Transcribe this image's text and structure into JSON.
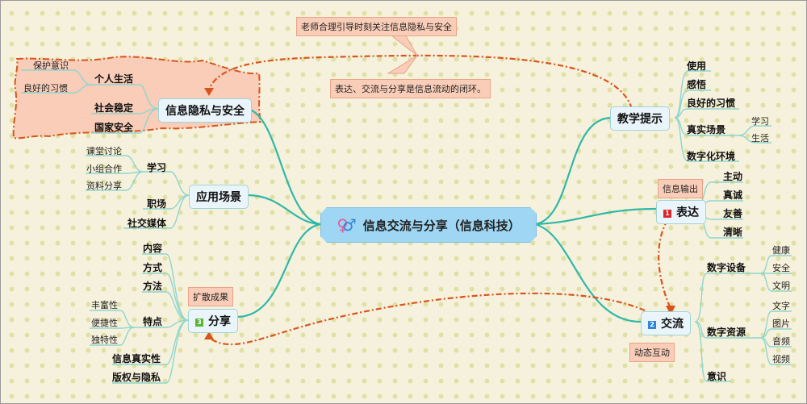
{
  "central_topic": {
    "label": "信息交流与分享（信息科技）",
    "icon": "gender-symbols-icon"
  },
  "callouts": {
    "teacher_note": "老师合理引导时刻关注信息隐私与安全",
    "loop_note": "表达、交流与分享是信息流动的闭环。"
  },
  "privacy": {
    "label": "信息隐私与安全",
    "children": [
      {
        "label": "个人生活",
        "children": [
          "保护意识",
          "良好的习惯"
        ]
      },
      {
        "label": "社会稳定"
      },
      {
        "label": "国家安全"
      }
    ]
  },
  "scenarios": {
    "label": "应用场景",
    "children": [
      {
        "label": "学习",
        "children": [
          "课堂讨论",
          "小组合作",
          "资料分享"
        ]
      },
      {
        "label": "职场"
      },
      {
        "label": "社交媒体"
      }
    ]
  },
  "share": {
    "label": "分享",
    "badge": "3",
    "note": "扩散成果",
    "children": [
      {
        "label": "内容"
      },
      {
        "label": "方式"
      },
      {
        "label": "方法"
      },
      {
        "label": "特点",
        "children": [
          "丰富性",
          "便捷性",
          "独特性"
        ]
      },
      {
        "label": "信息真实性"
      },
      {
        "label": "版权与隐私"
      }
    ]
  },
  "teaching_tips": {
    "label": "教学提示",
    "children": [
      {
        "label": "使用"
      },
      {
        "label": "感悟"
      },
      {
        "label": "良好的习惯"
      },
      {
        "label": "真实场景",
        "children": [
          "学习",
          "生活"
        ]
      },
      {
        "label": "数字化环境"
      }
    ]
  },
  "express": {
    "label": "表达",
    "badge": "1",
    "note": "信息输出",
    "children": [
      {
        "label": "主动"
      },
      {
        "label": "真诚"
      },
      {
        "label": "友善"
      },
      {
        "label": "清晰"
      }
    ]
  },
  "exchange": {
    "label": "交流",
    "badge": "2",
    "note": "动态互动",
    "children": [
      {
        "label": "数字设备",
        "children": [
          "健康",
          "安全",
          "文明"
        ]
      },
      {
        "label": "数字资源",
        "children": [
          "文字",
          "图片",
          "音频",
          "视频"
        ]
      },
      {
        "label": "意识"
      }
    ]
  },
  "colors": {
    "branch": "#2fb8a8",
    "sub_line": "#8fd6cf",
    "dash_arrow": "#d9541c",
    "boundary_fill": "#f9cdb8",
    "central_fill": "#9ed6f3",
    "badge_1": "#d9262a",
    "badge_2": "#2f86d8",
    "badge_3": "#5bb531"
  }
}
